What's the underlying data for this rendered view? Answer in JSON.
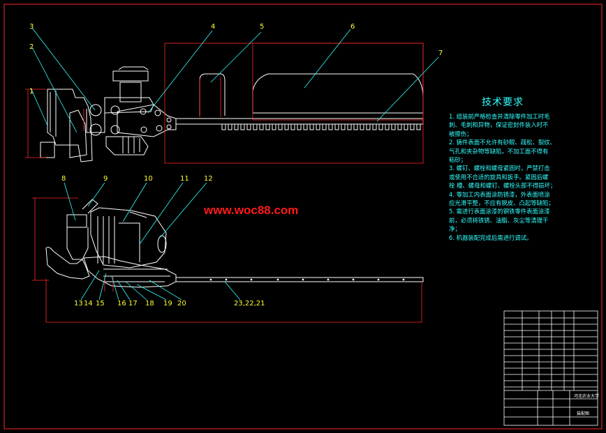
{
  "drawing": {
    "tech_title": "技术要求",
    "tech_notes": [
      "1. 组装前严格检查并清除零件加工时毛",
      "刺、毛刺和异物，保证密封件装入时不",
      "被擦伤；",
      "2. 铸件表面不允许有砂眼、疏松、裂纹、",
      "气孔和夹杂物等缺陷，不加工面不得有",
      "粘砂；",
      "3. 螺钉、螺栓和螺母紧固时，严禁打击",
      "或使用不合适的旋具和扳手。紧固后螺",
      "栓 槽、螺母和螺钉、螺栓头部不得损坏；",
      "4. 零加工内表面涂防锈漆，外表面喷涂",
      "应光滑平整，不应有脱皮、凸起等缺陷；",
      "5. 需进行表面涂漆的钢铁零件表面涂漆",
      "前，必须将铁锈、油脂、灰尘等清理干",
      "净；",
      "6. 机器装配完成后需进行调试。"
    ],
    "watermark": "www.woc88.com",
    "callouts_top": [
      "1",
      "2",
      "3",
      "4",
      "5",
      "6",
      "7"
    ],
    "callouts_bottom_top": [
      "8",
      "9",
      "10",
      "11",
      "12"
    ],
    "callouts_bottom": [
      "13",
      "14",
      "15",
      "16",
      "17",
      "18",
      "19",
      "20",
      "23,22,21"
    ],
    "title_block": {
      "school": "河北农业大学",
      "drawing_name": "装配图"
    },
    "colors": {
      "outline": "#ffffff",
      "dimension": "#ff2a2a",
      "leader": "#33ffff",
      "callout": "#ffff33",
      "notes": "#33ffff",
      "watermark": "#ff1a1a",
      "frame": "#ff2a2a"
    }
  }
}
